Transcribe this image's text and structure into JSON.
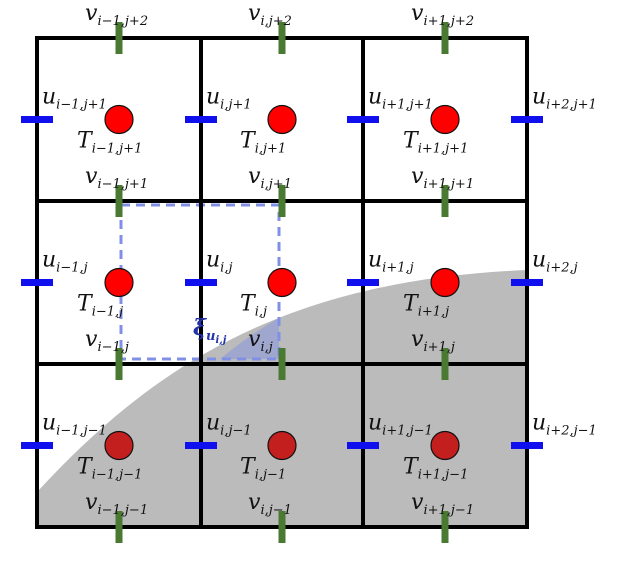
{
  "colors": {
    "grid": "#000000",
    "u_node": "#1010ee",
    "v_node": "#4a7a32",
    "T_node_fluid": "#ff0000",
    "T_node_solid": "#c41f1f",
    "solid_region": "#bbbbbb",
    "xi_box": "#8090e6",
    "label": "#111111",
    "xi_label": "#2233aa"
  },
  "grid": {
    "rows": 3,
    "cols": 3
  },
  "xi_label": {
    "main": "ξ",
    "sub": "u",
    "subsub": "i,j"
  },
  "labels": {
    "T": [
      {
        "id": "T-i-1-j+1",
        "row": 0,
        "col": 0,
        "main": "T",
        "sub": "i−1,j+1"
      },
      {
        "id": "T-i-j+1",
        "row": 0,
        "col": 1,
        "main": "T",
        "sub": "i,j+1"
      },
      {
        "id": "T-i+1-j+1",
        "row": 0,
        "col": 2,
        "main": "T",
        "sub": "i+1,j+1"
      },
      {
        "id": "T-i-1-j",
        "row": 1,
        "col": 0,
        "main": "T",
        "sub": "i−1,j"
      },
      {
        "id": "T-i-j",
        "row": 1,
        "col": 1,
        "main": "T",
        "sub": "i,j"
      },
      {
        "id": "T-i+1-j",
        "row": 1,
        "col": 2,
        "main": "T",
        "sub": "i+1,j"
      },
      {
        "id": "T-i-1-j-1",
        "row": 2,
        "col": 0,
        "main": "T",
        "sub": "i−1,j−1"
      },
      {
        "id": "T-i-j-1",
        "row": 2,
        "col": 1,
        "main": "T",
        "sub": "i,j−1"
      },
      {
        "id": "T-i+1-j-1",
        "row": 2,
        "col": 2,
        "main": "T",
        "sub": "i+1,j−1"
      }
    ],
    "u": [
      {
        "id": "u-i-1-j+1",
        "row": 0,
        "col": 0,
        "main": "u",
        "sub": "i−1,j+1"
      },
      {
        "id": "u-i-j+1",
        "row": 0,
        "col": 1,
        "main": "u",
        "sub": "i,j+1"
      },
      {
        "id": "u-i+1-j+1",
        "row": 0,
        "col": 2,
        "main": "u",
        "sub": "i+1,j+1"
      },
      {
        "id": "u-i+2-j+1",
        "row": 0,
        "col": 3,
        "main": "u",
        "sub": "i+2,j+1"
      },
      {
        "id": "u-i-1-j",
        "row": 1,
        "col": 0,
        "main": "u",
        "sub": "i−1,j"
      },
      {
        "id": "u-i-j",
        "row": 1,
        "col": 1,
        "main": "u",
        "sub": "i,j"
      },
      {
        "id": "u-i+1-j",
        "row": 1,
        "col": 2,
        "main": "u",
        "sub": "i+1,j"
      },
      {
        "id": "u-i+2-j",
        "row": 1,
        "col": 3,
        "main": "u",
        "sub": "i+2,j"
      },
      {
        "id": "u-i-1-j-1",
        "row": 2,
        "col": 0,
        "main": "u",
        "sub": "i−1,j−1"
      },
      {
        "id": "u-i-j-1",
        "row": 2,
        "col": 1,
        "main": "u",
        "sub": "i,j−1"
      },
      {
        "id": "u-i+1-j-1",
        "row": 2,
        "col": 2,
        "main": "u",
        "sub": "i+1,j−1"
      },
      {
        "id": "u-i+2-j-1",
        "row": 2,
        "col": 3,
        "main": "u",
        "sub": "i+2,j−1"
      }
    ],
    "v": [
      {
        "id": "v-i-1-j+2",
        "row": 0,
        "col": 0,
        "main": "v",
        "sub": "i−1,j+2"
      },
      {
        "id": "v-i-j+2",
        "row": 0,
        "col": 1,
        "main": "v",
        "sub": "i,j+2"
      },
      {
        "id": "v-i+1-j+2",
        "row": 0,
        "col": 2,
        "main": "v",
        "sub": "i+1,j+2"
      },
      {
        "id": "v-i-1-j+1",
        "row": 1,
        "col": 0,
        "main": "v",
        "sub": "i−1,j+1"
      },
      {
        "id": "v-i-j+1",
        "row": 1,
        "col": 1,
        "main": "v",
        "sub": "i,j+1"
      },
      {
        "id": "v-i+1-j+1",
        "row": 1,
        "col": 2,
        "main": "v",
        "sub": "i+1,j+1"
      },
      {
        "id": "v-i-1-j",
        "row": 2,
        "col": 0,
        "main": "v",
        "sub": "i−1,j"
      },
      {
        "id": "v-i-j",
        "row": 2,
        "col": 1,
        "main": "v",
        "sub": "i,j"
      },
      {
        "id": "v-i+1-j",
        "row": 2,
        "col": 2,
        "main": "v",
        "sub": "i+1,j"
      },
      {
        "id": "v-i-1-j-1",
        "row": 3,
        "col": 0,
        "main": "v",
        "sub": "i−1,j−1"
      },
      {
        "id": "v-i-j-1",
        "row": 3,
        "col": 1,
        "main": "v",
        "sub": "i,j−1"
      },
      {
        "id": "v-i+1-j-1",
        "row": 3,
        "col": 2,
        "main": "v",
        "sub": "i+1,j−1"
      }
    ]
  }
}
